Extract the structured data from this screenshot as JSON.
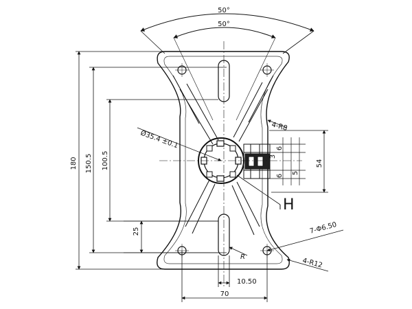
{
  "drawing": {
    "dimensions": {
      "outer_angle": "50°",
      "inner_angle": "50°",
      "height_total": "180",
      "height_slots": "150.5",
      "height_inner": "100.5",
      "height_bottom": "25",
      "diameter_hub": "Ø35.4 ±0.1",
      "corner_radius_top": "4-R8",
      "corner_radius_bottom": "4-R12",
      "holes": "7-Φ6.50",
      "right_height": "54",
      "small_6_a": "6",
      "small_3": "3",
      "small_6_b": "6",
      "small_5": "5",
      "slot_width": "10.50",
      "bottom_width": "70",
      "radius_label": "R"
    },
    "section_label": "H"
  }
}
